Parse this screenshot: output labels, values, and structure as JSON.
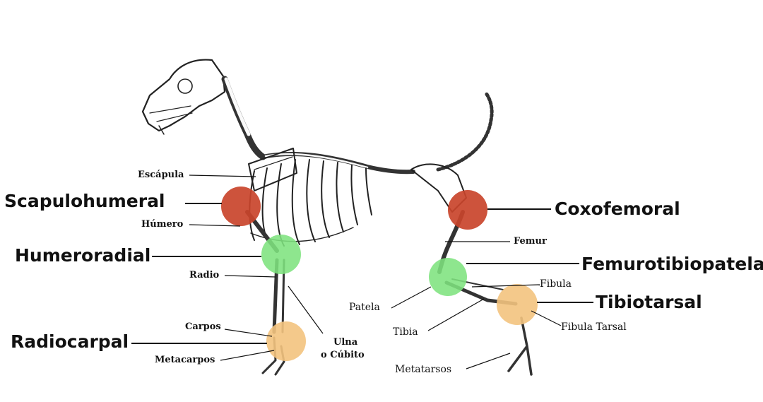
{
  "diagram": {
    "joints": [
      {
        "name": "Scapulohumeral",
        "color": "#c9442b"
      },
      {
        "name": "Humeroradial",
        "color": "#7ee37e"
      },
      {
        "name": "Radiocarpal",
        "color": "#f3c37e"
      },
      {
        "name": "Coxofemoral",
        "color": "#c9442b"
      },
      {
        "name": "Femurotibiopatela",
        "color": "#7ee37e"
      },
      {
        "name": "Tibiotarsal",
        "color": "#f3c37e"
      }
    ],
    "bones": {
      "escapula": "Escápula",
      "humero": "Húmero",
      "radio": "Radio",
      "carpos": "Carpos",
      "metacarpos": "Metacarpos",
      "ulna_line1": "Ulna",
      "ulna_line2": "o Cúbito",
      "femur": "Femur",
      "fibula": "Fibula",
      "patela": "Patela",
      "tibia": "Tibia",
      "fibula_tarsal": "Fibula Tarsal",
      "metatarsos": "Metatarsos"
    }
  }
}
